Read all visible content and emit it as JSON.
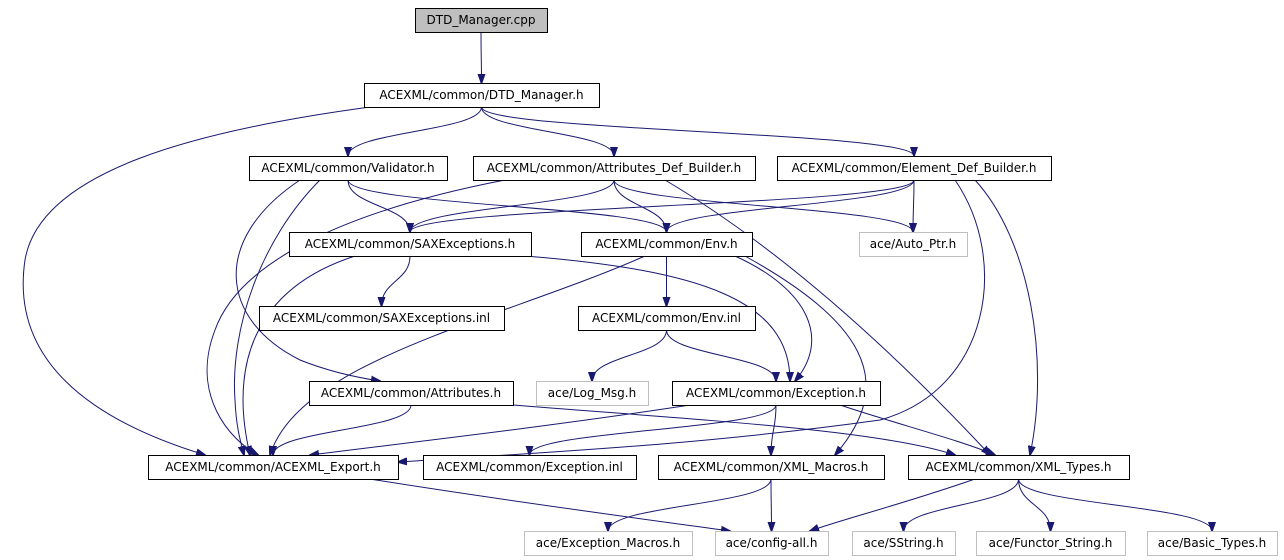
{
  "colors": {
    "edge": "#191970",
    "root_fill": "#bfbfbf",
    "node_border": "#000000",
    "external_border": "#bfbfbf",
    "external_text": "#000000",
    "background": "#ffffff"
  },
  "nodes": [
    {
      "id": "dtd_manager_cpp",
      "label": "DTD_Manager.cpp",
      "kind": "root"
    },
    {
      "id": "dtd_manager_h",
      "label": "ACEXML/common/DTD_Manager.h",
      "kind": "local"
    },
    {
      "id": "validator_h",
      "label": "ACEXML/common/Validator.h",
      "kind": "local"
    },
    {
      "id": "attributes_def_builder_h",
      "label": "ACEXML/common/Attributes_Def_Builder.h",
      "kind": "local"
    },
    {
      "id": "element_def_builder_h",
      "label": "ACEXML/common/Element_Def_Builder.h",
      "kind": "local"
    },
    {
      "id": "saxexceptions_h",
      "label": "ACEXML/common/SAXExceptions.h",
      "kind": "local"
    },
    {
      "id": "env_h",
      "label": "ACEXML/common/Env.h",
      "kind": "local"
    },
    {
      "id": "auto_ptr_h",
      "label": "ace/Auto_Ptr.h",
      "kind": "external"
    },
    {
      "id": "saxexceptions_inl",
      "label": "ACEXML/common/SAXExceptions.inl",
      "kind": "local"
    },
    {
      "id": "env_inl",
      "label": "ACEXML/common/Env.inl",
      "kind": "local"
    },
    {
      "id": "attributes_h",
      "label": "ACEXML/common/Attributes.h",
      "kind": "local"
    },
    {
      "id": "log_msg_h",
      "label": "ace/Log_Msg.h",
      "kind": "external"
    },
    {
      "id": "exception_h",
      "label": "ACEXML/common/Exception.h",
      "kind": "local"
    },
    {
      "id": "acexml_export_h",
      "label": "ACEXML/common/ACEXML_Export.h",
      "kind": "local"
    },
    {
      "id": "exception_inl",
      "label": "ACEXML/common/Exception.inl",
      "kind": "local"
    },
    {
      "id": "xml_macros_h",
      "label": "ACEXML/common/XML_Macros.h",
      "kind": "local"
    },
    {
      "id": "xml_types_h",
      "label": "ACEXML/common/XML_Types.h",
      "kind": "local"
    },
    {
      "id": "exception_macros_h",
      "label": "ace/Exception_Macros.h",
      "kind": "external"
    },
    {
      "id": "config_all_h",
      "label": "ace/config-all.h",
      "kind": "external"
    },
    {
      "id": "sstring_h",
      "label": "ace/SString.h",
      "kind": "external"
    },
    {
      "id": "functor_string_h",
      "label": "ace/Functor_String.h",
      "kind": "external"
    },
    {
      "id": "basic_types_h",
      "label": "ace/Basic_Types.h",
      "kind": "external"
    }
  ],
  "edges": [
    [
      "dtd_manager_cpp",
      "dtd_manager_h"
    ],
    [
      "dtd_manager_h",
      "validator_h"
    ],
    [
      "dtd_manager_h",
      "attributes_def_builder_h"
    ],
    [
      "dtd_manager_h",
      "element_def_builder_h"
    ],
    [
      "dtd_manager_h",
      "acexml_export_h"
    ],
    [
      "validator_h",
      "saxexceptions_h"
    ],
    [
      "validator_h",
      "env_h"
    ],
    [
      "validator_h",
      "attributes_h"
    ],
    [
      "validator_h",
      "acexml_export_h"
    ],
    [
      "attributes_def_builder_h",
      "saxexceptions_h"
    ],
    [
      "attributes_def_builder_h",
      "env_h"
    ],
    [
      "attributes_def_builder_h",
      "auto_ptr_h"
    ],
    [
      "attributes_def_builder_h",
      "xml_types_h"
    ],
    [
      "attributes_def_builder_h",
      "acexml_export_h"
    ],
    [
      "element_def_builder_h",
      "saxexceptions_h"
    ],
    [
      "element_def_builder_h",
      "env_h"
    ],
    [
      "element_def_builder_h",
      "auto_ptr_h"
    ],
    [
      "element_def_builder_h",
      "xml_types_h"
    ],
    [
      "element_def_builder_h",
      "acexml_export_h"
    ],
    [
      "saxexceptions_h",
      "saxexceptions_inl"
    ],
    [
      "saxexceptions_h",
      "exception_h"
    ],
    [
      "saxexceptions_h",
      "acexml_export_h"
    ],
    [
      "env_h",
      "env_inl"
    ],
    [
      "env_h",
      "exception_h"
    ],
    [
      "env_h",
      "xml_macros_h"
    ],
    [
      "env_h",
      "acexml_export_h"
    ],
    [
      "env_inl",
      "log_msg_h"
    ],
    [
      "env_inl",
      "exception_h"
    ],
    [
      "attributes_h",
      "acexml_export_h"
    ],
    [
      "attributes_h",
      "xml_types_h"
    ],
    [
      "exception_h",
      "acexml_export_h"
    ],
    [
      "exception_h",
      "exception_inl"
    ],
    [
      "exception_h",
      "xml_macros_h"
    ],
    [
      "exception_h",
      "xml_types_h"
    ],
    [
      "acexml_export_h",
      "config_all_h"
    ],
    [
      "xml_macros_h",
      "exception_macros_h"
    ],
    [
      "xml_macros_h",
      "config_all_h"
    ],
    [
      "xml_types_h",
      "config_all_h"
    ],
    [
      "xml_types_h",
      "sstring_h"
    ],
    [
      "xml_types_h",
      "functor_string_h"
    ],
    [
      "xml_types_h",
      "basic_types_h"
    ]
  ]
}
